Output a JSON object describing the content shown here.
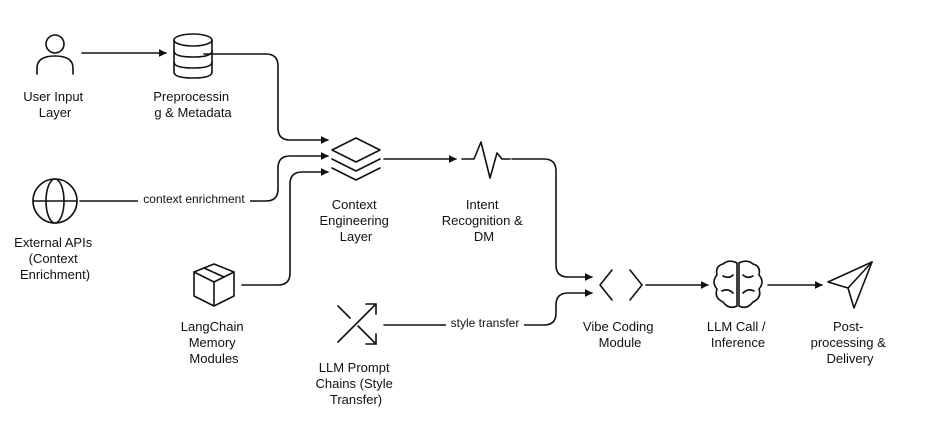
{
  "nodes": {
    "user_input": {
      "label_lines": [
        "User Input",
        "Layer"
      ],
      "icon": "user-icon"
    },
    "preprocessing": {
      "label_lines": [
        "Preprocessin",
        "g & Metadata"
      ],
      "icon": "database-icon"
    },
    "external_apis": {
      "label_lines": [
        "External APIs",
        "(Context",
        "Enrichment)"
      ],
      "icon": "globe-icon"
    },
    "langchain": {
      "label_lines": [
        "LangChain",
        "Memory",
        "Modules"
      ],
      "icon": "box-icon"
    },
    "context_engineering": {
      "label_lines": [
        "Context",
        "Engineering",
        "Layer"
      ],
      "icon": "layers-icon"
    },
    "intent": {
      "label_lines": [
        "Intent",
        "Recognition &",
        "DM"
      ],
      "icon": "waveform-icon"
    },
    "prompt_chains": {
      "label_lines": [
        "LLM Prompt",
        "Chains (Style",
        "Transfer)"
      ],
      "icon": "shuffle-icon"
    },
    "vibe_coding": {
      "label_lines": [
        "Vibe Coding",
        "Module"
      ],
      "icon": "code-brackets-icon"
    },
    "llm_call": {
      "label_lines": [
        "LLM Call /",
        "Inference"
      ],
      "icon": "brain-icon"
    },
    "post_processing": {
      "label_lines": [
        "Post-",
        "processing &",
        "Delivery"
      ],
      "icon": "send-icon"
    }
  },
  "edges": {
    "context_enrichment": "context enrichment",
    "style_transfer": "style transfer"
  },
  "style": {
    "stroke_color": "#111111",
    "background": "#ffffff"
  }
}
